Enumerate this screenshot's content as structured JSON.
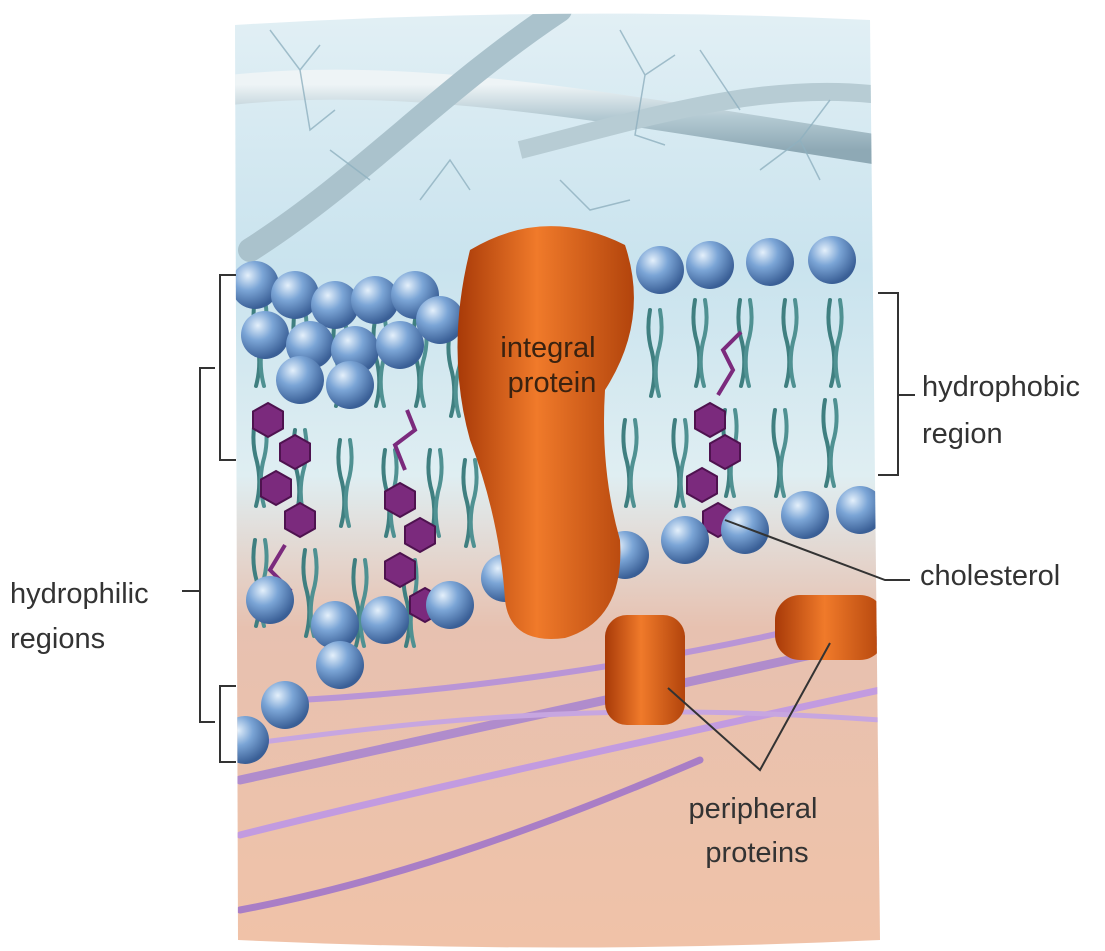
{
  "labels": {
    "integral_protein": [
      "integral",
      "protein"
    ],
    "hydrophobic_region": [
      "hydrophobic",
      "region"
    ],
    "hydrophilic_regions": [
      "hydrophilic",
      "regions"
    ],
    "cholesterol": "cholesterol",
    "peripheral_proteins": [
      "peripheral",
      "proteins"
    ]
  },
  "colors": {
    "exterior": "#cfe6f0",
    "cytoplasm": "#e8b59a",
    "phospholipid_head": "#6c95c9",
    "lipid_tail": "#3f7f80",
    "protein": "#d25a14",
    "cholesterol": "#7b2a7d",
    "cytoskeleton": "#b98fd1",
    "leader_line": "#333333"
  }
}
